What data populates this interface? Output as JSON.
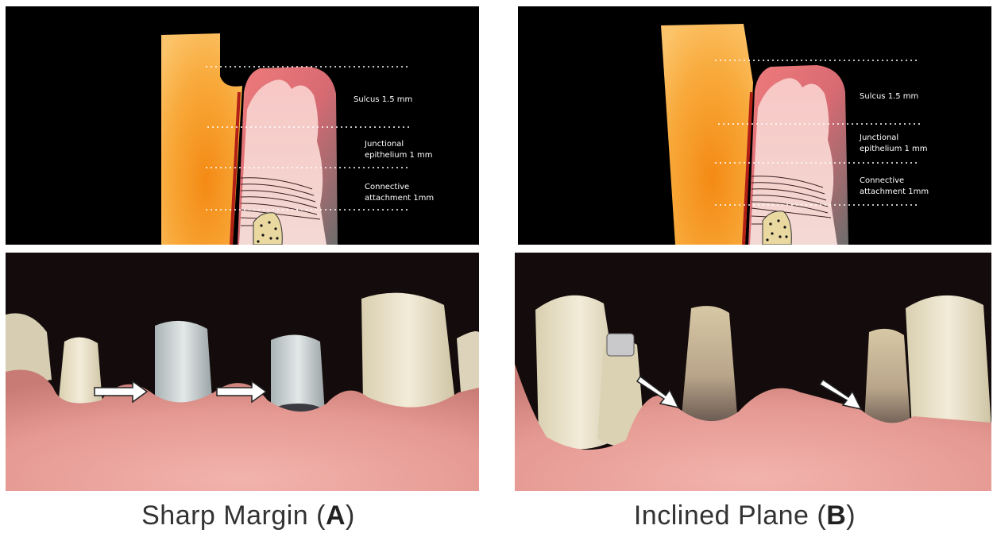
{
  "panel_a": {
    "labels": {
      "sulcus": "Sulcus 1.5 mm",
      "junctional_1": "Junctional",
      "junctional_2": "epithelium 1 mm",
      "connective_1": "Connective",
      "connective_2": "attachment 1mm"
    },
    "caption": {
      "text": "Sharp Margin (",
      "letter": "A",
      "close": ")"
    }
  },
  "panel_b": {
    "labels": {
      "sulcus": "Sulcus 1.5 mm",
      "junctional_1": "Junctional",
      "junctional_2": "epithelium 1 mm",
      "connective_1": "Connective",
      "connective_2": "attachment 1mm"
    },
    "caption": {
      "text": "Inclined Plane (",
      "letter": "B",
      "close": ")"
    }
  },
  "colors": {
    "prep": "#f7a531",
    "gingiva": "#e8757a",
    "bone": "#e9d9a0",
    "background": "#000000"
  }
}
